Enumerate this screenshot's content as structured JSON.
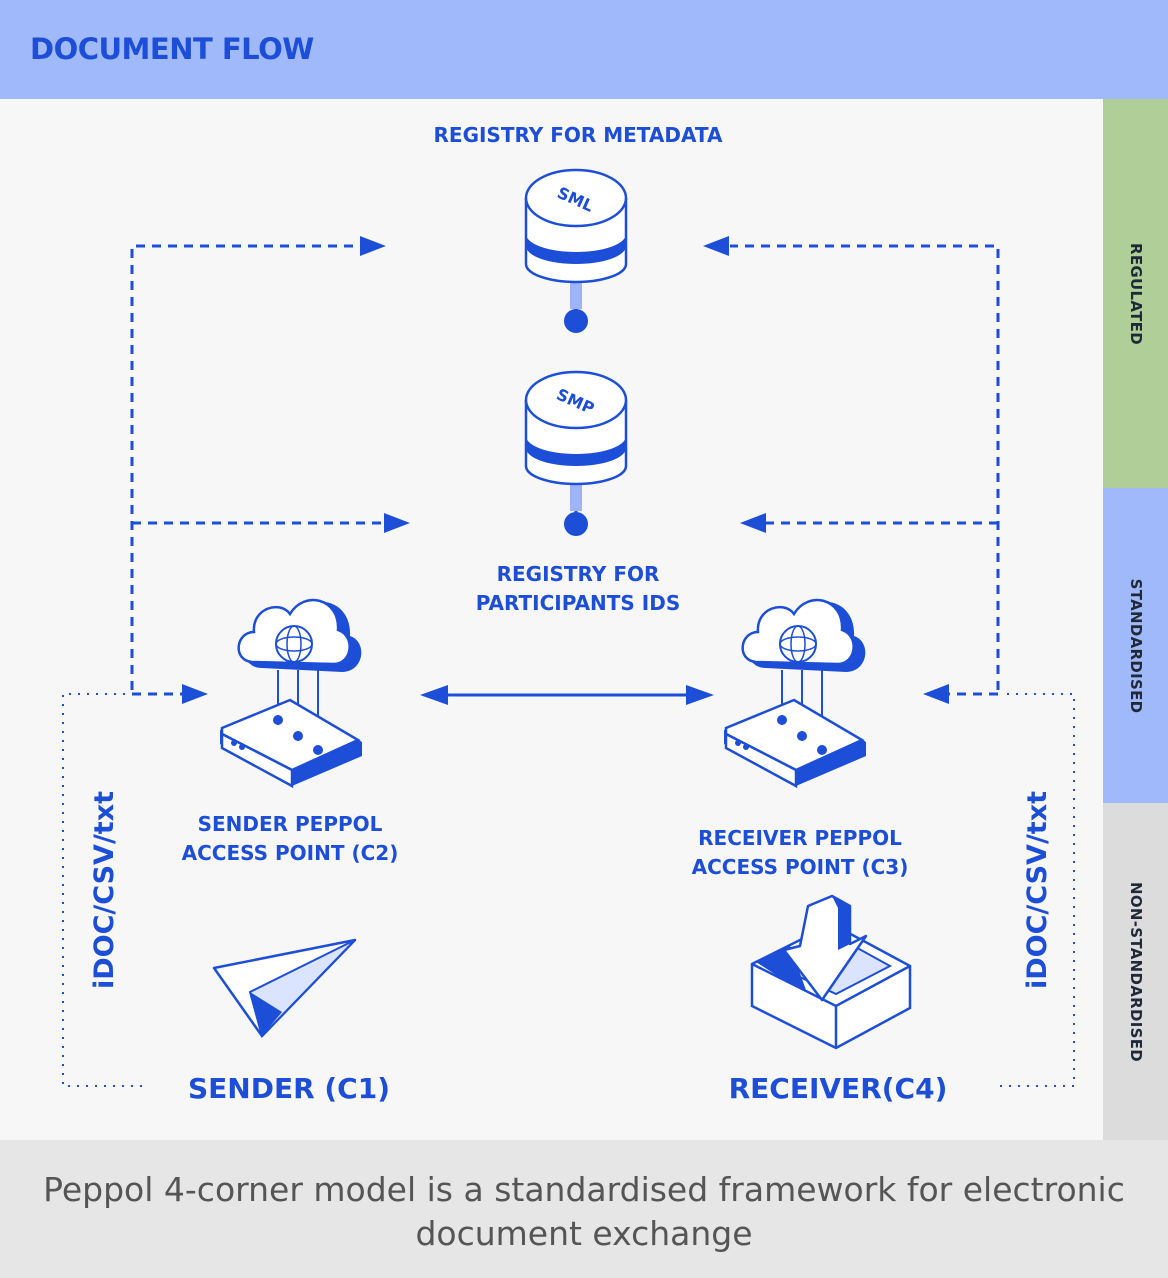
{
  "header": {
    "title": "DOCUMENT FLOW"
  },
  "bands": [
    {
      "label": "REGULATED",
      "color": "#b0cf98"
    },
    {
      "label": "STANDARDISED",
      "color": "#a0b9fb"
    },
    {
      "label": "NON-STANDARDISED",
      "color": "#dcdcdc"
    }
  ],
  "nodes": {
    "sml": {
      "label": "REGISTRY FOR METADATA",
      "icon_text": "SML"
    },
    "smp": {
      "label_line1": "REGISTRY FOR",
      "label_line2": "PARTICIPANTS IDS",
      "icon_text": "SMP"
    },
    "c2": {
      "label_line1": "SENDER PEPPOL",
      "label_line2": "ACCESS POINT (C2)"
    },
    "c3": {
      "label_line1": "RECEIVER PEPPOL",
      "label_line2": "ACCESS POINT (C3)"
    },
    "c1": {
      "label": "SENDER (C1)"
    },
    "c4": {
      "label": "RECEIVER(C4)"
    }
  },
  "formats": {
    "left": "iDOC/CSV/txt",
    "right": "iDOC/CSV/txt"
  },
  "footer": {
    "caption": "Peppol 4-corner model is a standardised framework for electronic document exchange"
  },
  "colors": {
    "accent": "#1d4ed8",
    "header_bg": "#a0b9fb",
    "main_bg": "#f7f7f7",
    "footer_bg": "#e6e6e6"
  }
}
